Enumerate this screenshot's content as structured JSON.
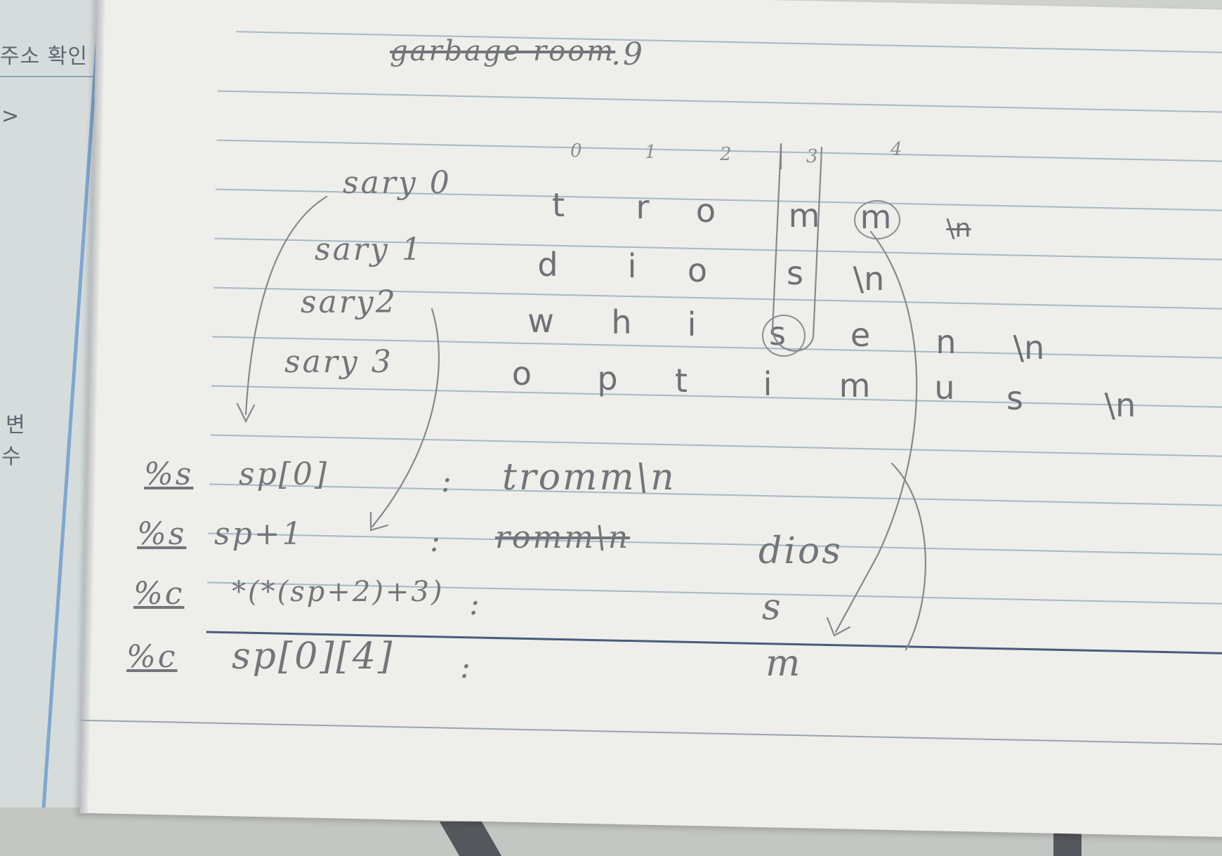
{
  "background_doc": {
    "line1": "주소 확인",
    "line2": ">",
    "line3": "변",
    "line4": "수"
  },
  "title": {
    "struck": "garbage room",
    "rest": ".9"
  },
  "column_indices": [
    "0",
    "1",
    "2",
    "3",
    "4"
  ],
  "rows": [
    {
      "label": "sary 0",
      "chars": [
        "t",
        "r",
        "o",
        "m",
        "m",
        "\\n"
      ]
    },
    {
      "label": "sary 1",
      "chars": [
        "d",
        "i",
        "o",
        "s",
        "\\n"
      ]
    },
    {
      "label": "sary2",
      "chars": [
        "w",
        "h",
        "i",
        "s",
        "e",
        "n",
        "\\n"
      ]
    },
    {
      "label": "sary 3",
      "chars": [
        "o",
        "p",
        "t",
        "i",
        "m",
        "u",
        "s",
        "\\n"
      ]
    }
  ],
  "expressions": [
    {
      "fmt": "%s",
      "expr": "sp[0]",
      "colon": ":",
      "result": "tromm\\n",
      "struck": "",
      "right": ""
    },
    {
      "fmt": "%s",
      "expr": "sp+1",
      "colon": ":",
      "result": "",
      "struck": "romm\\n",
      "right": "dios"
    },
    {
      "fmt": "%c",
      "expr": "*(*(sp+2)+3)",
      "colon": ":",
      "result": "",
      "struck": "",
      "right": "s"
    },
    {
      "fmt": "%c",
      "expr": "sp[0][4]",
      "colon": ":",
      "result": "",
      "struck": "",
      "right": "m"
    }
  ]
}
